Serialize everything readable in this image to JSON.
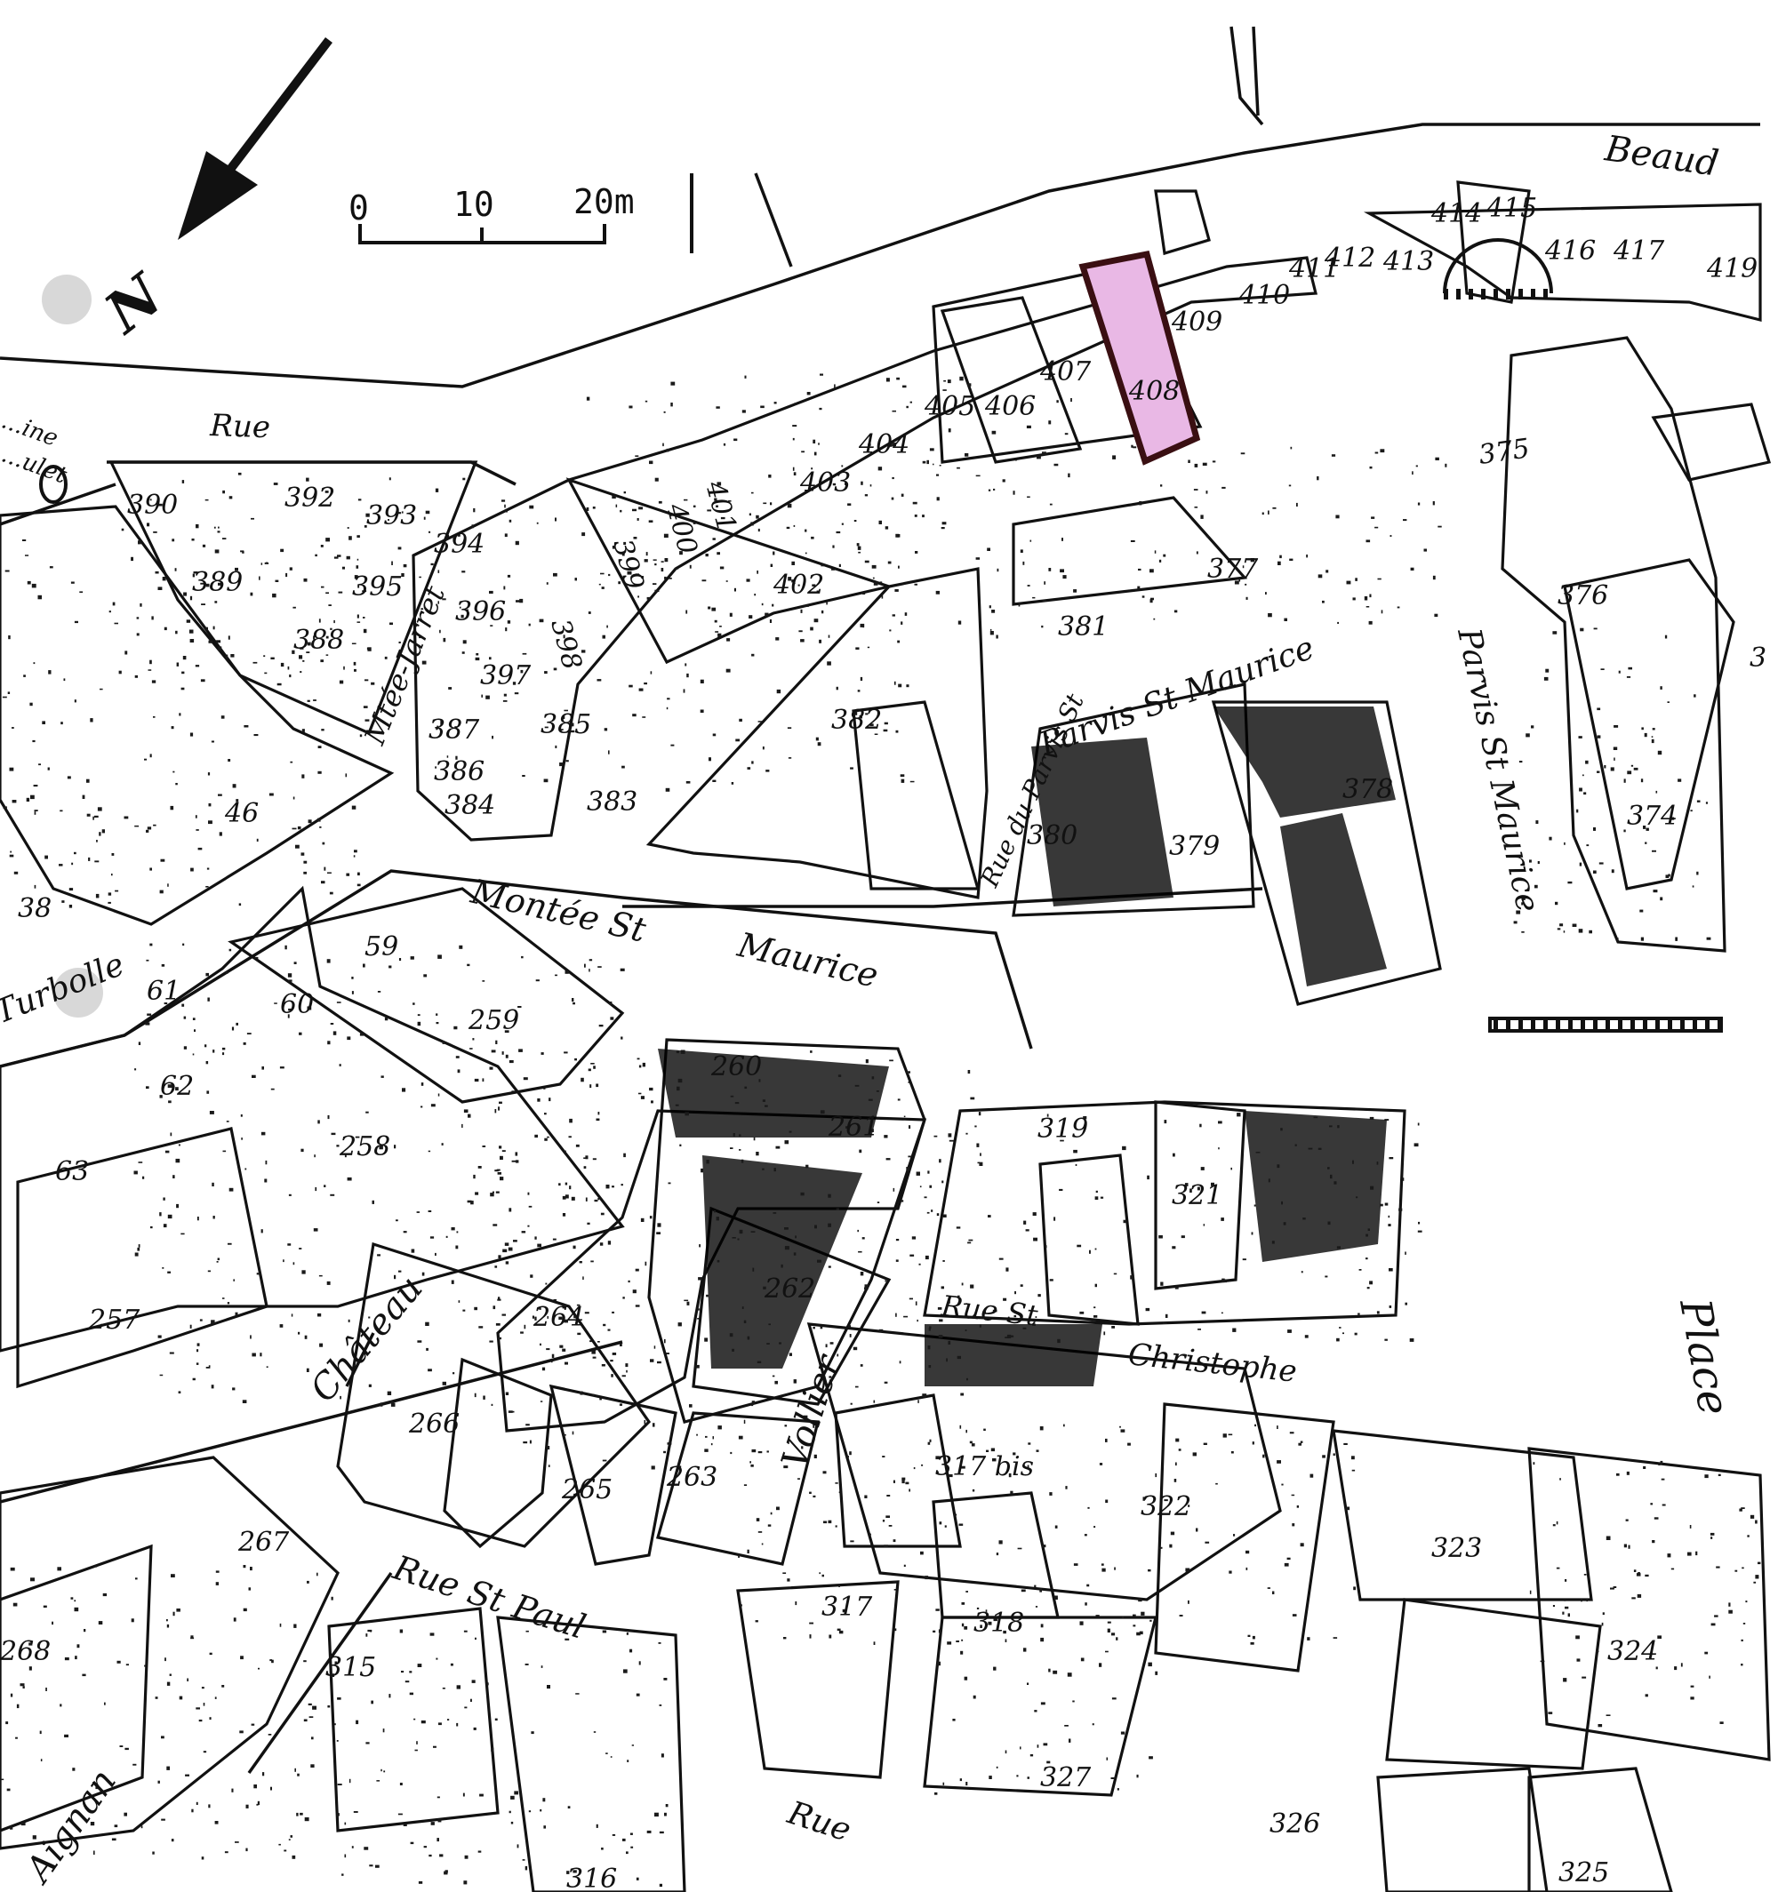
{
  "north_label": "N",
  "scale_bar": {
    "labels": [
      "0",
      "10",
      "20m"
    ]
  },
  "highlight_color": "#e9b8e5",
  "highlighted_lot": "408",
  "streets": [
    {
      "id": "rue",
      "text": "Rue"
    },
    {
      "id": "beaud",
      "text": "Beaud"
    },
    {
      "id": "mtee-jarret",
      "text": "Mtée-Jarret"
    },
    {
      "id": "montee-st-maurice-1",
      "text": "Montée St"
    },
    {
      "id": "montee-st-maurice-2",
      "text": "Maurice"
    },
    {
      "id": "parvis-st-maurice-1",
      "text": "Parvis St Maurice"
    },
    {
      "id": "rue-du-parvis",
      "text": "Rue du Parvis St"
    },
    {
      "id": "parvis-vertical",
      "text": "Parvis St Maurice"
    },
    {
      "id": "chateau",
      "text": "Château"
    },
    {
      "id": "vollier",
      "text": "Vollier"
    },
    {
      "id": "rue-st-christophe-1",
      "text": "Rue St"
    },
    {
      "id": "rue-st-christophe-2",
      "text": "Christophe"
    },
    {
      "id": "rue-st-paul",
      "text": "Rue St Paul"
    },
    {
      "id": "rue-bottom",
      "text": "Rue"
    },
    {
      "id": "aignan",
      "text": "Aignan"
    },
    {
      "id": "place",
      "text": "Place"
    },
    {
      "id": "turbolle",
      "text": "Turbolle"
    },
    {
      "id": "fontaine",
      "text": "...ine"
    },
    {
      "id": "fontaine2",
      "text": "...ulet"
    }
  ],
  "lots": [
    "390",
    "392",
    "393",
    "394",
    "389",
    "395",
    "388",
    "397",
    "396",
    "387",
    "386",
    "385",
    "384",
    "398",
    "399",
    "400",
    "401",
    "402",
    "403",
    "404",
    "405",
    "406",
    "407",
    "408",
    "409",
    "410",
    "411",
    "412",
    "413",
    "414",
    "415",
    "416",
    "417",
    "419",
    "375",
    "376",
    "377",
    "381",
    "382",
    "383",
    "378",
    "379",
    "380",
    "374",
    "59",
    "60",
    "61",
    "62",
    "63",
    "38",
    "46",
    "257",
    "258",
    "259",
    "260",
    "261",
    "262",
    "264",
    "265",
    "266",
    "263",
    "267",
    "268",
    "315",
    "316",
    "317",
    "317 bis",
    "318",
    "319",
    "321",
    "322",
    "323",
    "324",
    "325",
    "326",
    "327",
    "3"
  ]
}
